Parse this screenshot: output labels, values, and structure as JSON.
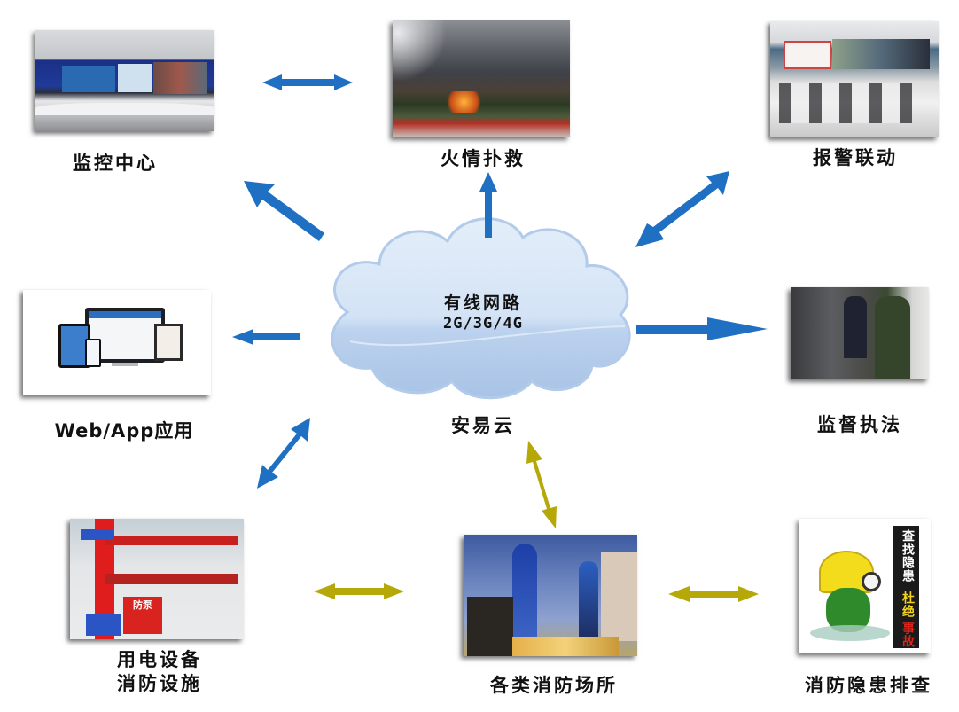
{
  "diagram": {
    "center": {
      "line1": "有线网路",
      "line2": "2G/3G/4G",
      "caption": "安易云"
    },
    "nodes": [
      {
        "id": "monitoring-center",
        "label": "监控中心",
        "image": "control-room-video-wall"
      },
      {
        "id": "fire-rescue",
        "label": "火情扑救",
        "image": "building-fire-with-fire-trucks"
      },
      {
        "id": "alarm-linkage",
        "label": "报警联动",
        "image": "alarm-command-center"
      },
      {
        "id": "web-app",
        "label": "Web/App应用",
        "image": "multi-device-app-screens"
      },
      {
        "id": "supervision",
        "label": "监督执法",
        "image": "officers-inspecting-equipment"
      },
      {
        "id": "equipment",
        "label_line1": "用电设备",
        "label_line2": "消防设施",
        "image": "red-fire-pump-pipes",
        "pump_text": "防泵"
      },
      {
        "id": "venues",
        "label": "各类消防场所",
        "image": "skyscrapers-at-dusk"
      },
      {
        "id": "hazard-check",
        "label": "消防隐患排查",
        "image": "cartoon-inspector-with-magnifier",
        "banner": {
          "black_text": "查找隐患",
          "yellow_text": "杜绝",
          "red_text": "事故"
        }
      }
    ],
    "connections": [
      {
        "from": "monitoring-center",
        "to": "fire-rescue",
        "direction": "both",
        "color": "#1f6fc2"
      },
      {
        "from": "cloud",
        "to": "monitoring-center",
        "direction": "to",
        "color": "#1f6fc2"
      },
      {
        "from": "cloud",
        "to": "fire-rescue",
        "direction": "to",
        "color": "#1f6fc2"
      },
      {
        "from": "cloud",
        "to": "alarm-linkage",
        "direction": "both",
        "color": "#1f6fc2"
      },
      {
        "from": "cloud",
        "to": "web-app",
        "direction": "to",
        "color": "#1f6fc2"
      },
      {
        "from": "cloud",
        "to": "supervision",
        "direction": "to",
        "color": "#1f6fc2"
      },
      {
        "from": "cloud",
        "to": "equipment",
        "direction": "both",
        "color": "#1f6fc2"
      },
      {
        "from": "cloud",
        "to": "venues",
        "direction": "both",
        "color": "#b5a808"
      },
      {
        "from": "equipment",
        "to": "venues",
        "direction": "both",
        "color": "#b5a808"
      },
      {
        "from": "venues",
        "to": "hazard-check",
        "direction": "both",
        "color": "#b5a808"
      }
    ],
    "colors": {
      "arrow_blue": "#1f6fc2",
      "arrow_olive": "#b5a808",
      "cloud_fill": "#c9dcf2",
      "cloud_edge": "#a9c4e6"
    }
  }
}
